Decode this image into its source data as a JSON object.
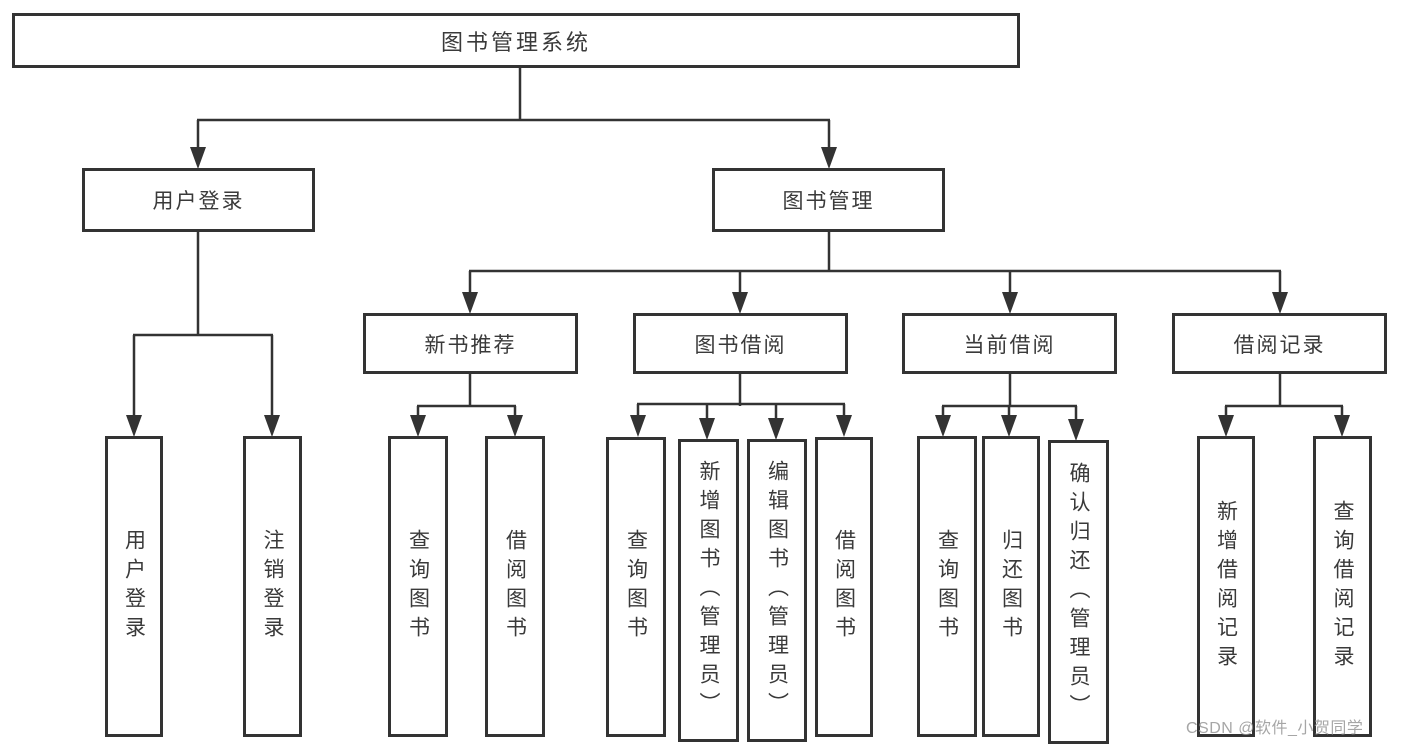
{
  "diagram": {
    "type": "hierarchy-tree",
    "colors": {
      "line": "#333333",
      "box_border": "#333333",
      "box_background": "#ffffff",
      "text": "#3a3a3a",
      "watermark": "#969696"
    }
  },
  "tree": {
    "label": "图书管理系统",
    "children": [
      {
        "label": "用户登录",
        "children": [
          {
            "label": "用户登录"
          },
          {
            "label": "注销登录"
          }
        ]
      },
      {
        "label": "图书管理",
        "children": [
          {
            "label": "新书推荐",
            "children": [
              {
                "label": "查询图书"
              },
              {
                "label": "借阅图书"
              }
            ]
          },
          {
            "label": "图书借阅",
            "children": [
              {
                "label": "查询图书"
              },
              {
                "label": "新增图书（管理员）"
              },
              {
                "label": "编辑图书（管理员）"
              },
              {
                "label": "借阅图书"
              }
            ]
          },
          {
            "label": "当前借阅",
            "children": [
              {
                "label": "查询图书"
              },
              {
                "label": "归还图书"
              },
              {
                "label": "确认归还（管理员）"
              }
            ]
          },
          {
            "label": "借阅记录",
            "children": [
              {
                "label": "新增借阅记录"
              },
              {
                "label": "查询借阅记录"
              }
            ]
          }
        ]
      }
    ]
  },
  "watermark": "CSDN @软件_小贺同学"
}
